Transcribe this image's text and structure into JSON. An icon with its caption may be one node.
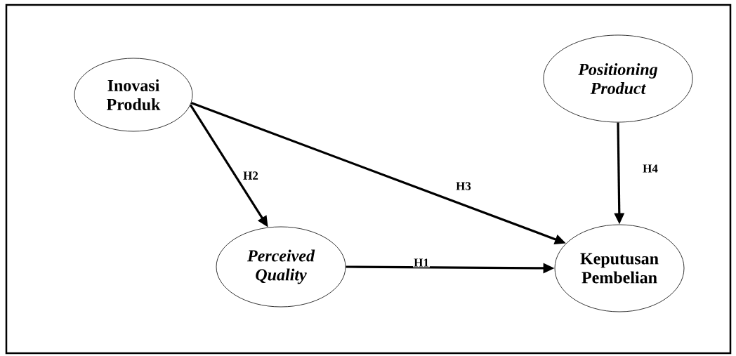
{
  "diagram": {
    "nodes": [
      {
        "text": [
          "Inovasi Produk"
        ]
      },
      {
        "text": [
          "Positioning Product"
        ]
      },
      {
        "text": [
          "Perceived Quality"
        ]
      },
      {
        "text": [
          "Keputusan Pembelian"
        ]
      }
    ],
    "edges": [
      {
        "from": 0,
        "to": 2,
        "arrow": "to",
        "label": "H2"
      },
      {
        "from": 0,
        "to": 3,
        "arrow": "to",
        "label": "H3"
      },
      {
        "from": 1,
        "to": 3,
        "arrow": "to",
        "label": "H4"
      },
      {
        "from": 2,
        "to": 3,
        "arrow": "to",
        "label": "H1"
      }
    ]
  }
}
